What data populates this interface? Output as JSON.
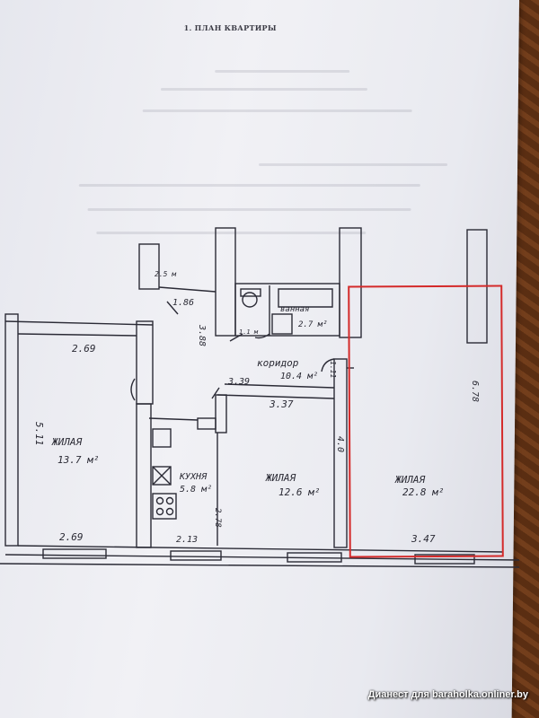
{
  "document": {
    "title": "1. ПЛАН КВАРТИРЫ"
  },
  "rooms": {
    "left": {
      "name": "ЖИЛАЯ",
      "area": "13.7 м²"
    },
    "kitchen": {
      "name": "КУХНЯ",
      "area": "5.8 м²"
    },
    "middle": {
      "name": "ЖИЛАЯ",
      "area": "12.6 м²"
    },
    "right": {
      "name": "ЖИЛАЯ",
      "area": "22.8 м²"
    },
    "corridor": {
      "name": "коридор",
      "area": "10.4 м²"
    },
    "bath": {
      "name": "ванная",
      "area": "2.7 м²"
    },
    "wc": {
      "area": "1.1 м"
    },
    "storage": {
      "area": "2.5 м"
    }
  },
  "dimensions": {
    "left_top_width": "2.69",
    "left_bottom_width": "2.69",
    "left_height": "5.11",
    "storage_width": "1.86",
    "corridor_upper_height": "3.88",
    "corridor_width": "3.39",
    "middle_width": "3.37",
    "middle_height": "4.0",
    "kitchen_width": "2.13",
    "kitchen_height": "2.78",
    "right_width": "3.47",
    "right_height": "6.78",
    "door_height": "1.11"
  },
  "highlight": {
    "color": "#d42a2a"
  },
  "watermark": {
    "text": "Дианест для baraholka.onliner.by"
  }
}
